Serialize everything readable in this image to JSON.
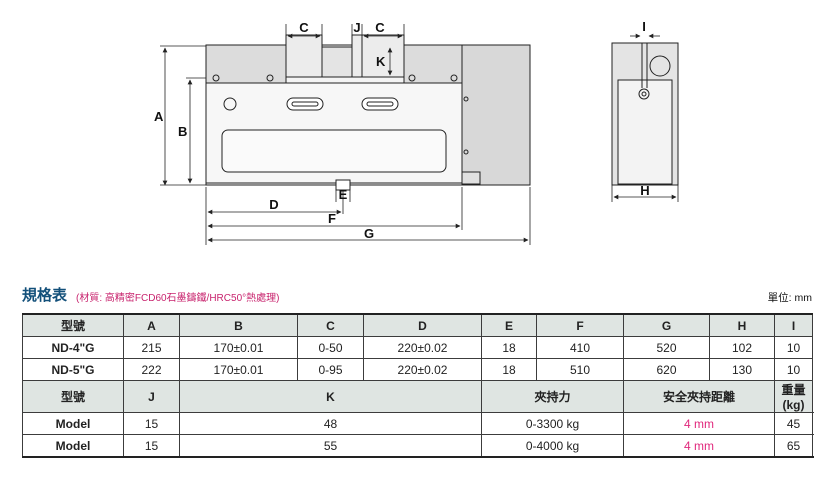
{
  "drawing": {
    "dim_labels": {
      "a": "A",
      "b": "B",
      "c": "C",
      "j": "J",
      "k": "K",
      "d": "D",
      "e": "E",
      "f": "F",
      "g": "G",
      "h": "H",
      "i": "I"
    }
  },
  "spec": {
    "title": "規格表",
    "subtitle": "(材質: 高精密FCD60石墨鑄鐵/HRC50°熱處理)",
    "unit": "單位: mm",
    "header1": [
      "型號",
      "A",
      "B",
      "C",
      "D",
      "E",
      "F",
      "G",
      "H",
      "I"
    ],
    "rows1": [
      [
        "ND-4\"G",
        "215",
        "170±0.01",
        "0-50",
        "220±0.02",
        "18",
        "410",
        "520",
        "102",
        "10"
      ],
      [
        "ND-5\"G",
        "222",
        "170±0.01",
        "0-95",
        "220±0.02",
        "18",
        "510",
        "620",
        "130",
        "10"
      ]
    ],
    "header2": [
      "型號",
      "J",
      "K",
      "夾持力",
      "安全夾持距離",
      "重量(kg)"
    ],
    "rows2": [
      [
        "Model",
        "15",
        "48",
        "0-3300 kg",
        "4 mm",
        "45"
      ],
      [
        "Model",
        "15",
        "55",
        "0-4000 kg",
        "4 mm",
        "65"
      ]
    ]
  }
}
